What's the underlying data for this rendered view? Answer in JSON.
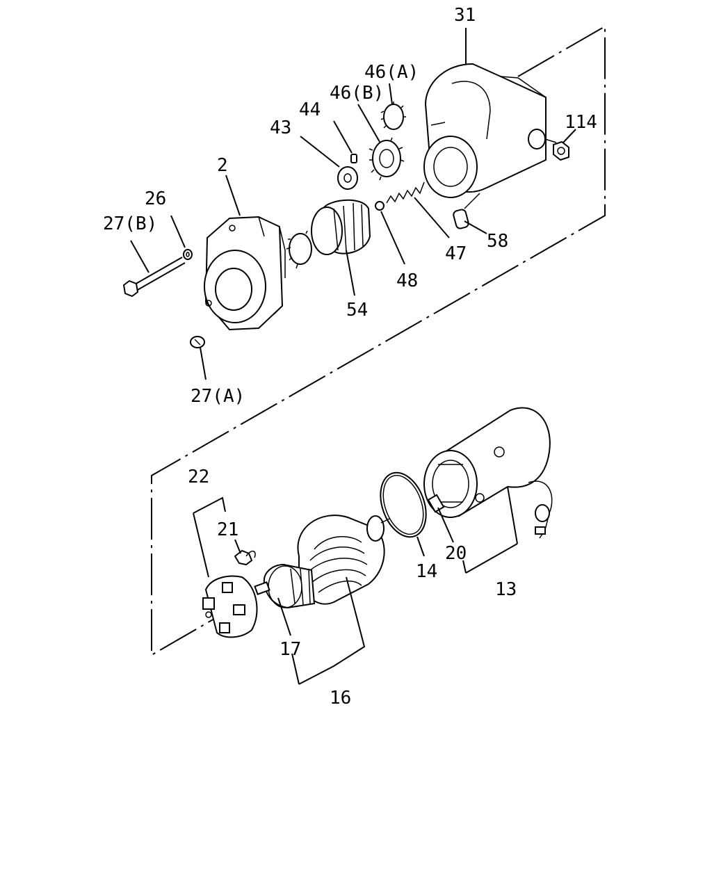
{
  "colors": {
    "line": "#000000",
    "background": "#ffffff"
  },
  "labels": {
    "p31": "31",
    "p46a": "46(A)",
    "p46b": "46(B)",
    "p44": "44",
    "p43": "43",
    "p114": "114",
    "p2": "2",
    "p26": "26",
    "p27b": "27(B)",
    "p58": "58",
    "p47": "47",
    "p48": "48",
    "p54": "54",
    "p27a": "27(A)",
    "p22": "22",
    "p21": "21",
    "p20": "20",
    "p14": "14",
    "p13": "13",
    "p17": "17",
    "p16": "16"
  }
}
